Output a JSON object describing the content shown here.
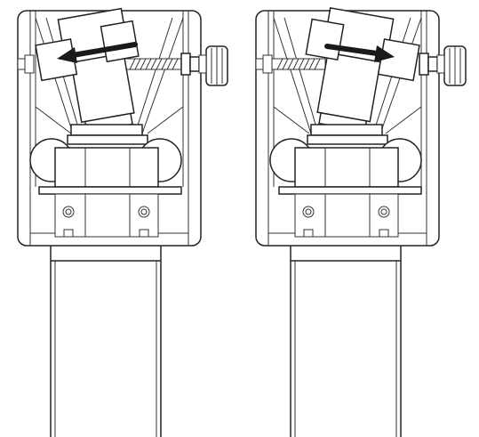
{
  "figure": {
    "background": "#ffffff",
    "line_color": "#222222",
    "arrow_color": "#1a1a1a",
    "panels": [
      {
        "id": "left",
        "arrow_direction": "left",
        "screw_side": "right"
      },
      {
        "id": "right",
        "arrow_direction": "right",
        "screw_side": "right"
      }
    ]
  }
}
